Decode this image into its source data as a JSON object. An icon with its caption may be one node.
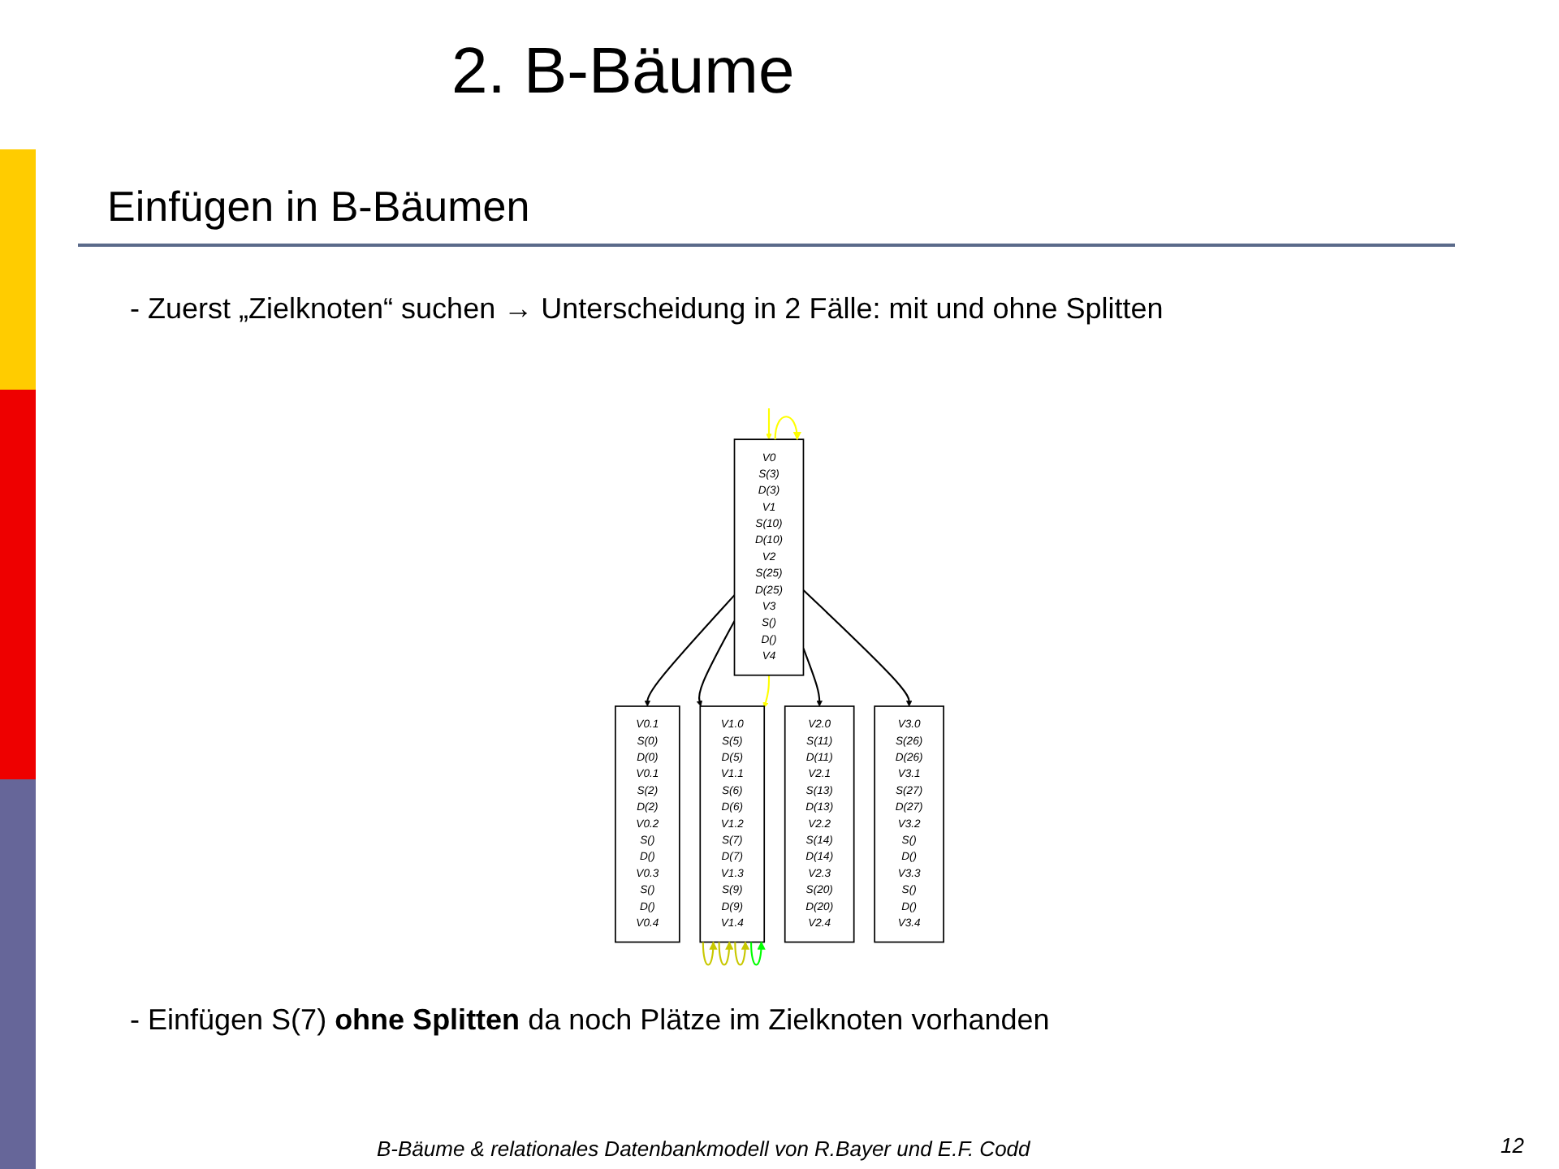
{
  "diagram": {
    "title": "2. B-Bäume",
    "nodes": [
      {
        "text": [
          "V0",
          "S(3)",
          "D(3)",
          "V1",
          "S(10)",
          "D(10)",
          "V2",
          "S(25)",
          "D(25)",
          "V3",
          "S()",
          "D()",
          "V4"
        ]
      },
      {
        "text": [
          "V0.1",
          "S(0)",
          "D(0)",
          "V0.1",
          "S(2)",
          "D(2)",
          "V0.2",
          "S()",
          "D()",
          "V0.3",
          "S()",
          "D()",
          "V0.4"
        ]
      },
      {
        "text": [
          "V3.0",
          "S(26)",
          "D(26)",
          "V3.1",
          "S(27)",
          "D(27)",
          "V3.2",
          "S()",
          "D()",
          "V3.3",
          "S()",
          "D()",
          "V3.4"
        ]
      },
      {
        "text": [
          "V1.0",
          "S(5)",
          "D(5)",
          "V1.1",
          "S(6)",
          "D(6)",
          "V1.2",
          "S(7)",
          "D(7)",
          "V1.3",
          "S(9)",
          "D(9)",
          "V1.4"
        ]
      },
      {
        "text": [
          "V2.0",
          "S(11)",
          "D(11)",
          "V2.1",
          "S(13)",
          "D(13)",
          "V2.2",
          "S(14)",
          "D(14)",
          "V2.3",
          "S(20)",
          "D(20)",
          "V2.4"
        ]
      }
    ],
    "edges": [
      {
        "from": 0,
        "to": 1,
        "arrow": "to"
      },
      {
        "from": 0,
        "to": 3,
        "arrow": "to"
      },
      {
        "from": 0,
        "to": 4,
        "arrow": "to"
      },
      {
        "from": 0,
        "to": 2,
        "arrow": "to"
      },
      {
        "from": null,
        "to": 0,
        "arrow": "to",
        "color": "#ffff00"
      },
      {
        "from": 0,
        "to": 0,
        "arrow": "to",
        "color": "#ffff00"
      },
      {
        "from": 0,
        "to": 3,
        "arrow": "to",
        "color": "#ffff00"
      },
      {
        "from": 3,
        "to": 3,
        "arrow": "to",
        "color": "#c8c800"
      },
      {
        "from": 3,
        "to": 3,
        "arrow": "to",
        "color": "#c8c800"
      },
      {
        "from": 3,
        "to": 3,
        "arrow": "to",
        "color": "#c8c800"
      },
      {
        "from": 3,
        "to": 3,
        "arrow": "to",
        "color": "#00ff00"
      }
    ],
    "labels": [
      "Einfügen in B-Bäumen",
      "- Zuerst „Zielknoten“ suchen → Unterscheidung in 2 Fälle: mit und ohne Splitten",
      "- Einfügen S(7) **ohne Splitten** da noch Plätze im Zielknoten vorhanden",
      "B-Bäume & relationales Datenbankmodell von R.Bayer und E.F. Codd",
      "12"
    ]
  }
}
